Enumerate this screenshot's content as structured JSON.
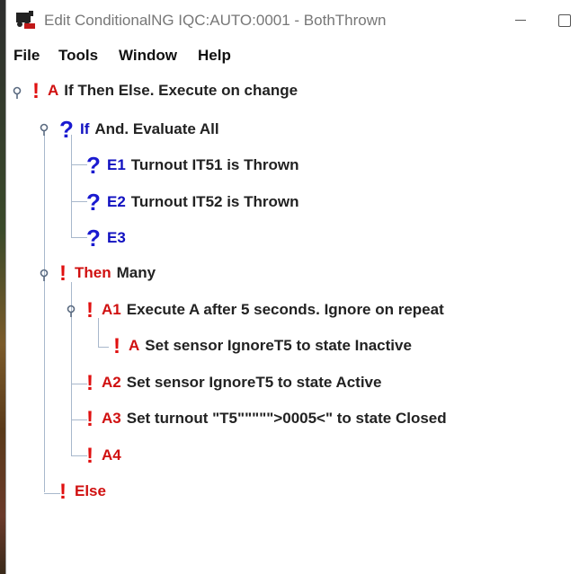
{
  "window": {
    "title": "Edit ConditionalNG IQC:AUTO:0001 - BothThrown"
  },
  "menu": {
    "items": [
      {
        "label": "File"
      },
      {
        "label": "Tools"
      },
      {
        "label": "Window"
      },
      {
        "label": "Help"
      }
    ]
  },
  "tree": {
    "nodes": [
      {
        "icon": "exclamation",
        "code": "A",
        "desc": "If Then Else. Execute on change",
        "expandable": true
      },
      {
        "icon": "question",
        "code": "If",
        "desc": "And. Evaluate All",
        "expandable": true
      },
      {
        "icon": "question",
        "code": "E1",
        "desc": "Turnout IT51 is Thrown",
        "expandable": false
      },
      {
        "icon": "question",
        "code": "E2",
        "desc": "Turnout IT52 is Thrown",
        "expandable": false
      },
      {
        "icon": "question",
        "code": "E3",
        "desc": "",
        "expandable": false
      },
      {
        "icon": "exclamation",
        "code": "Then",
        "desc": "Many",
        "expandable": true
      },
      {
        "icon": "exclamation",
        "code": "A1",
        "desc": "Execute A after 5 seconds. Ignore on repeat",
        "expandable": true
      },
      {
        "icon": "exclamation",
        "code": "A",
        "desc": "Set sensor IgnoreT5 to state Inactive",
        "expandable": false
      },
      {
        "icon": "exclamation",
        "code": "A2",
        "desc": "Set sensor IgnoreT5 to state Active",
        "expandable": false
      },
      {
        "icon": "exclamation",
        "code": "A3",
        "desc": "Set turnout \"T5\"\"\"\"\">0005<\" to state Closed",
        "expandable": false
      },
      {
        "icon": "exclamation",
        "code": "A4",
        "desc": "",
        "expandable": false
      },
      {
        "icon": "exclamation",
        "code": "Else",
        "desc": "",
        "expandable": false
      }
    ]
  },
  "colors": {
    "action_red": "#d01010",
    "expression_blue": "#1010c0",
    "tree_line": "#a8b8cc"
  }
}
